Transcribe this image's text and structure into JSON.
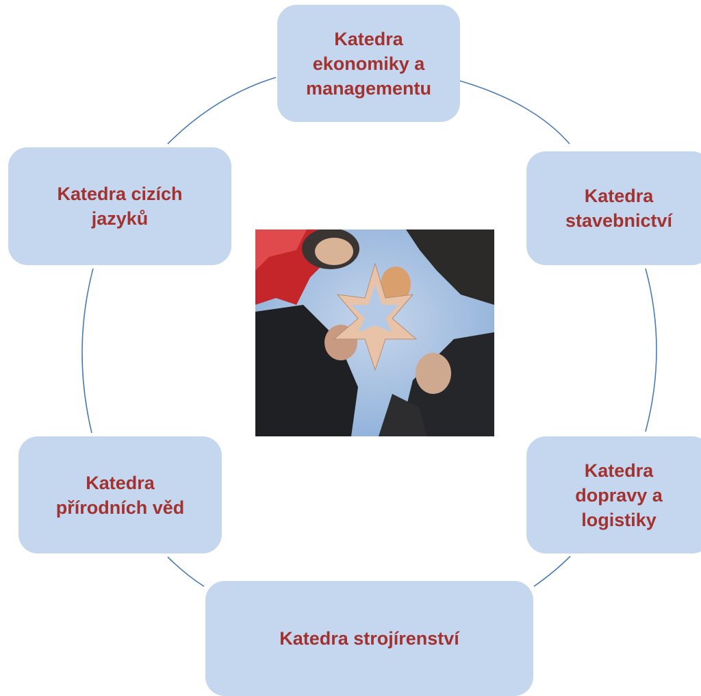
{
  "departments": [
    {
      "label": "Katedra\nekonomiky  a\nmanagementu"
    },
    {
      "label": "Katedra\nstavebnictví"
    },
    {
      "label": "Katedra\ndopravy a\nlogistiky"
    },
    {
      "label": "Katedra strojírenství"
    },
    {
      "label": "Katedra\npřírodních věd"
    },
    {
      "label": "Katedra cizích\njazyků"
    }
  ],
  "colors": {
    "node_fill": "#c5d7ef",
    "node_text": "#a2322f",
    "connector": "#4a7ab5"
  },
  "center_image": {
    "icon": "group-hands-star-photo"
  }
}
